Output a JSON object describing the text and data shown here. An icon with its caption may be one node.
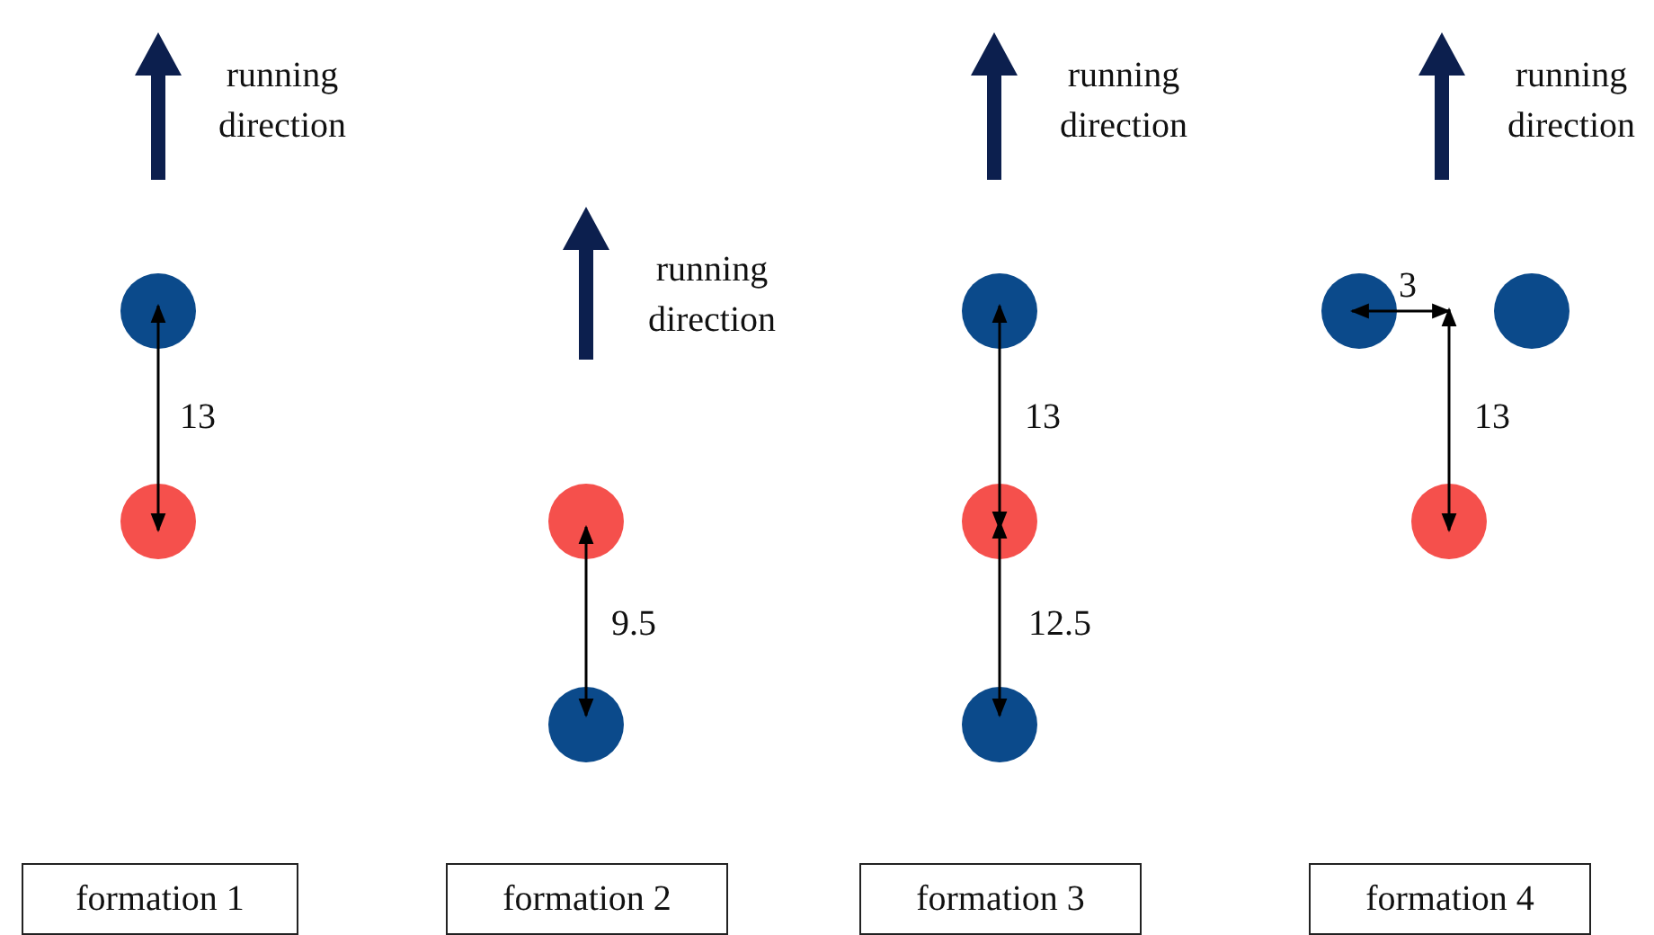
{
  "diagram": {
    "nodes": [
      {
        "text": [
          "formation 1"
        ]
      },
      {
        "text": [
          "formation 2"
        ]
      },
      {
        "text": [
          "formation 3"
        ]
      },
      {
        "text": [
          "formation 4"
        ]
      }
    ],
    "labels": [
      "running direction",
      "13",
      "running direction",
      "9.5",
      "running direction",
      "13",
      "12.5",
      "running direction",
      "3",
      "13"
    ]
  }
}
